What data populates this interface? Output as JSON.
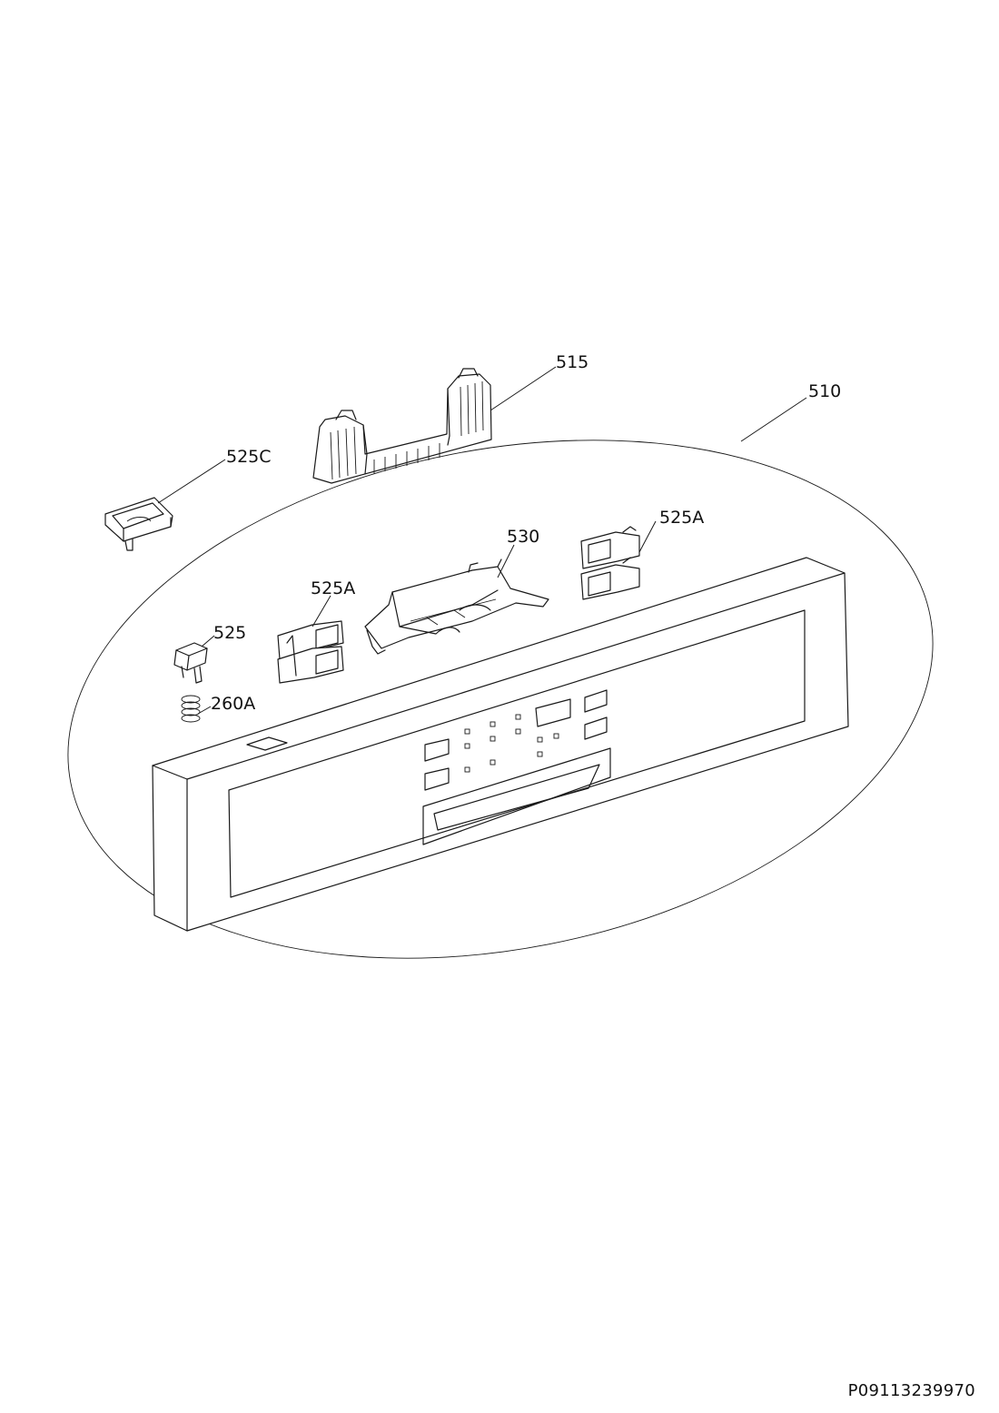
{
  "labels": {
    "part_515": "515",
    "part_510": "510",
    "part_525c": "525C",
    "part_530": "530",
    "part_525a_right": "525A",
    "part_525a_left": "525A",
    "part_525": "525",
    "part_260a": "260A"
  },
  "document_id": "P09113239970"
}
